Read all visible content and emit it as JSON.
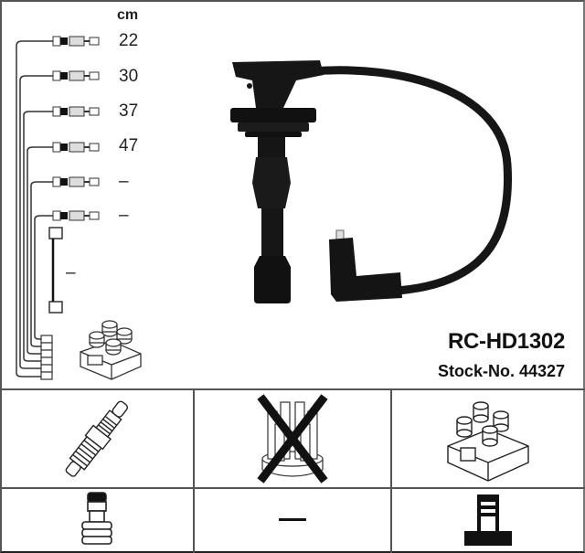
{
  "header": {
    "unit": "cm",
    "product_code": "RC-HD1302",
    "stock_label": "Stock-No. 44327"
  },
  "wires": [
    {
      "length": "22"
    },
    {
      "length": "30"
    },
    {
      "length": "37"
    },
    {
      "length": "47"
    },
    {
      "length": "–"
    },
    {
      "length": "–"
    }
  ],
  "extra_wire": {
    "length": "–"
  },
  "compatibility_grid": {
    "row1": [
      {
        "item": "spark-plug",
        "status": "compatible"
      },
      {
        "item": "distributor-cap",
        "status": "not-applicable"
      },
      {
        "item": "ignition-coil",
        "status": "compatible"
      }
    ],
    "row2": [
      {
        "item": "spark-plug-connector-type",
        "value": ""
      },
      {
        "item": "distributor-connector",
        "value": "–"
      },
      {
        "item": "coil-connector-type",
        "value": ""
      }
    ]
  },
  "colors": {
    "line": "#555555",
    "ink": "#111111",
    "cable": "#161616"
  }
}
